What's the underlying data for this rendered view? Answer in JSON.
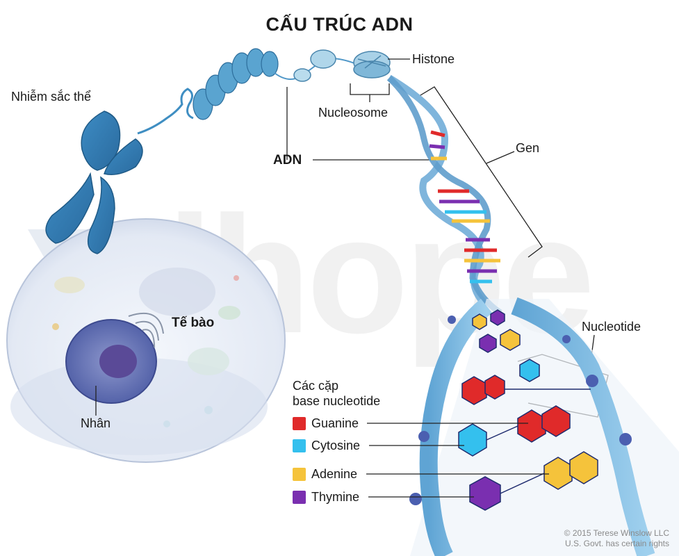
{
  "title": "CẤU TRÚC ADN",
  "labels": {
    "histone": "Histone",
    "nucleosome": "Nucleosome",
    "chromosome": "Nhiễm sắc thể",
    "dna": "ADN",
    "gene": "Gen",
    "cell": "Tế bào",
    "nucleus": "Nhân",
    "nucleotide": "Nucleotide"
  },
  "legend": {
    "heading_line1": "Các cặp",
    "heading_line2": "base nucleotide",
    "items": [
      {
        "label": "Guanine",
        "color": "#e02a2a"
      },
      {
        "label": "Cytosine",
        "color": "#34c0ee"
      },
      {
        "label": "Adenine",
        "color": "#f5c33b"
      },
      {
        "label": "Thymine",
        "color": "#7a2fb0"
      }
    ]
  },
  "watermark": "ihope",
  "credit": {
    "line1": "© 2015 Terese Winslow LLC",
    "line2": "U.S. Govt. has certain rights"
  }
}
